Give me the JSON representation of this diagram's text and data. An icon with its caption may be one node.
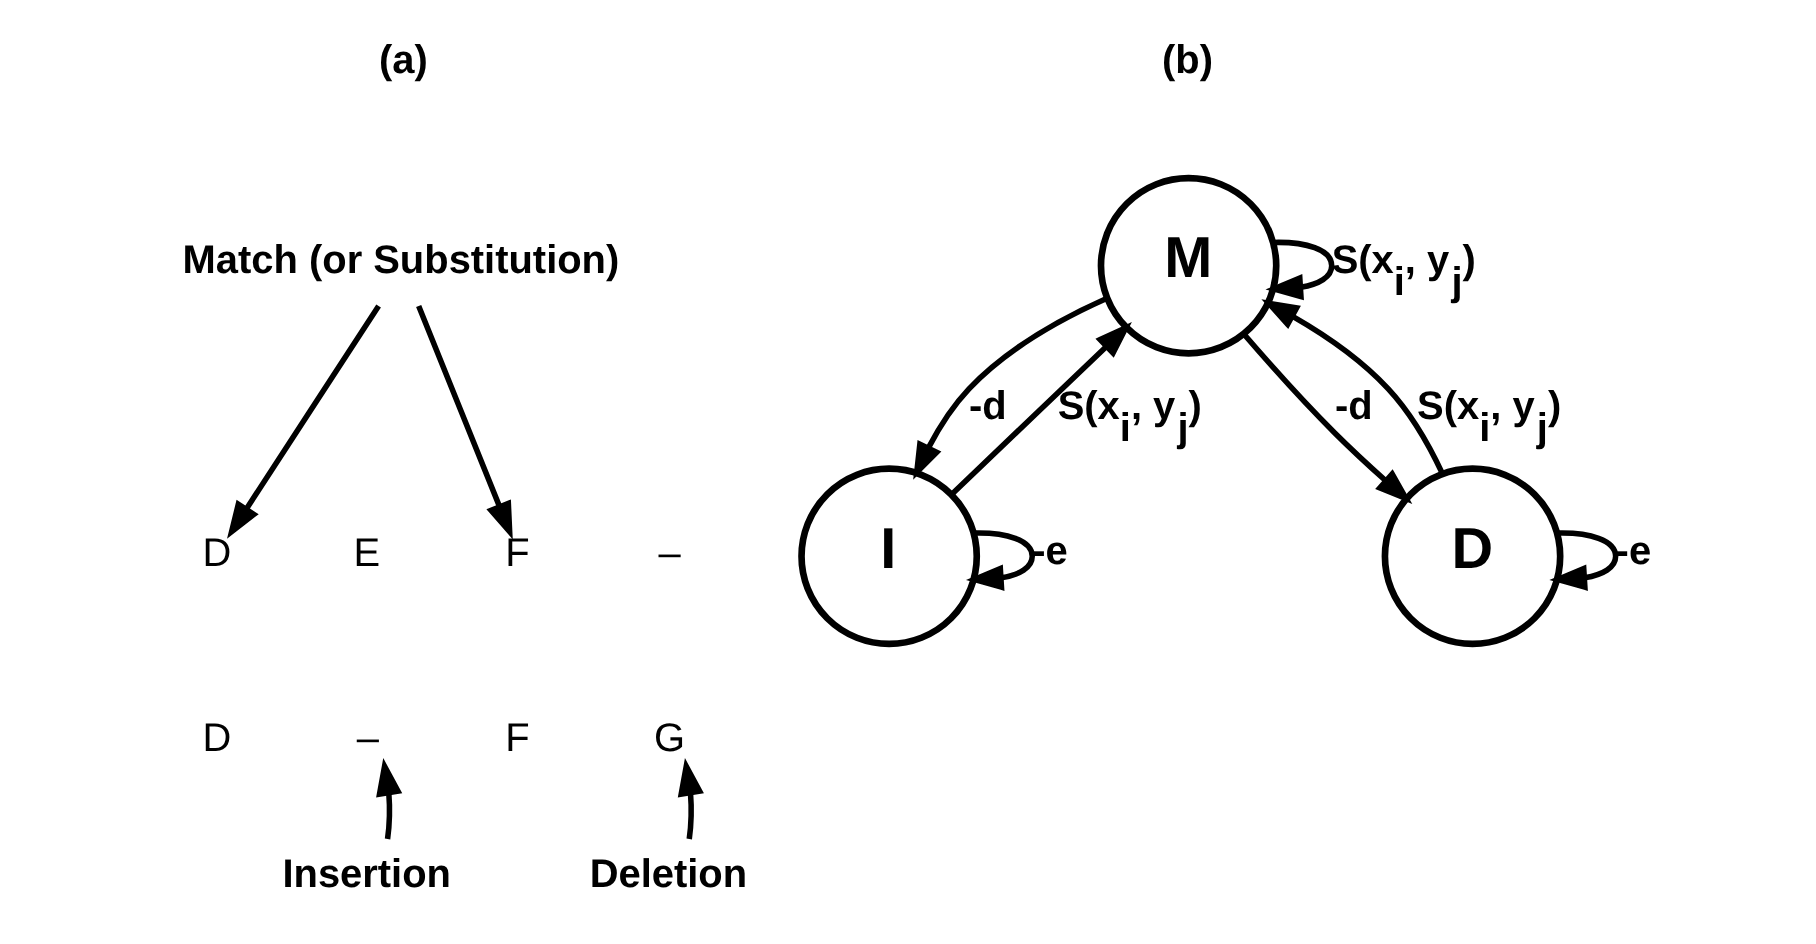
{
  "diagram": {
    "nodes": [
      {
        "text": [
          "Match (or Substitution)"
        ]
      },
      {
        "text": [
          "D"
        ]
      },
      {
        "text": [
          "E"
        ]
      },
      {
        "text": [
          "F"
        ]
      },
      {
        "text": [
          "–"
        ]
      },
      {
        "text": [
          "D"
        ]
      },
      {
        "text": [
          "–"
        ]
      },
      {
        "text": [
          "F"
        ]
      },
      {
        "text": [
          "G"
        ]
      },
      {
        "text": [
          "Insertion"
        ]
      },
      {
        "text": [
          "Deletion"
        ]
      },
      {
        "text": [
          "M"
        ]
      },
      {
        "text": [
          "I"
        ]
      },
      {
        "text": [
          "D"
        ]
      }
    ],
    "edges": [
      {
        "from": 0,
        "to": 1,
        "arrow": "to"
      },
      {
        "from": 0,
        "to": 3,
        "arrow": "to"
      },
      {
        "from": 9,
        "to": 6,
        "arrow": "to"
      },
      {
        "from": 10,
        "to": 8,
        "arrow": "to"
      },
      {
        "from": 11,
        "to": 11,
        "arrow": "to",
        "label": "S(x$_{i}$, y$_{j}$)"
      },
      {
        "from": 12,
        "to": 11,
        "arrow": "to",
        "label": "S(x$_{i}$, y$_{j}$)"
      },
      {
        "from": 11,
        "to": 12,
        "arrow": "to",
        "label": "-d"
      },
      {
        "from": 12,
        "to": 12,
        "arrow": "to",
        "label": "-e"
      },
      {
        "from": 13,
        "to": 11,
        "arrow": "to",
        "label": "S(x$_{i}$, y$_{j}$)"
      },
      {
        "from": 11,
        "to": 13,
        "arrow": "to",
        "label": "-d"
      },
      {
        "from": 13,
        "to": 13,
        "arrow": "to",
        "label": "-e"
      }
    ],
    "labels": [
      "(a)",
      "(b)"
    ]
  }
}
